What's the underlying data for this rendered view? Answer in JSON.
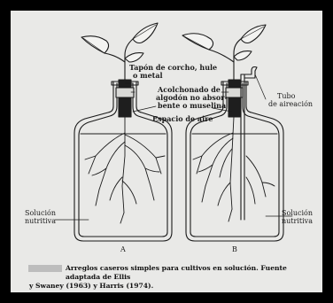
{
  "labels": {
    "stopper": "Tapón de corcho, hule",
    "stopper_2": "o metal",
    "cotton": "Acolchonado de",
    "cotton_2": "algodón no absor-",
    "cotton_3": "bente o muselina",
    "air_space": "Espacio de aire",
    "aeration_tube": "Tubo",
    "aeration_tube_2": "de aireación",
    "solution_left": "Solución",
    "solution_left_2": "nutritiva",
    "solution_right": "Solución",
    "solution_right_2": "nutritiva",
    "jar_a": "A",
    "jar_b": "B"
  },
  "caption": {
    "line1": "Arreglos caseros simples para cultivos en solución. Fuente adaptada de Ellis",
    "line2": "y Swaney (1963) y Harris (1974)."
  },
  "colors": {
    "ink": "#1b1b1b",
    "paper": "#e9e9e7",
    "frame": "#000000",
    "figure_number_box": "#bdbdbd"
  }
}
